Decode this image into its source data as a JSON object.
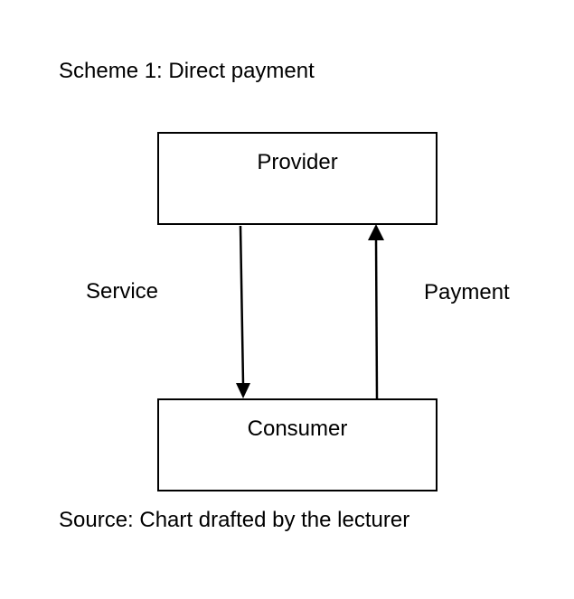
{
  "diagram": {
    "title": "Scheme 1: Direct payment",
    "nodes": {
      "provider": "Provider",
      "consumer": "Consumer"
    },
    "edges": {
      "service": {
        "label": "Service",
        "from": "Provider",
        "to": "Consumer"
      },
      "payment": {
        "label": "Payment",
        "from": "Consumer",
        "to": "Provider"
      }
    },
    "source": "Source: Chart drafted by the lecturer"
  }
}
